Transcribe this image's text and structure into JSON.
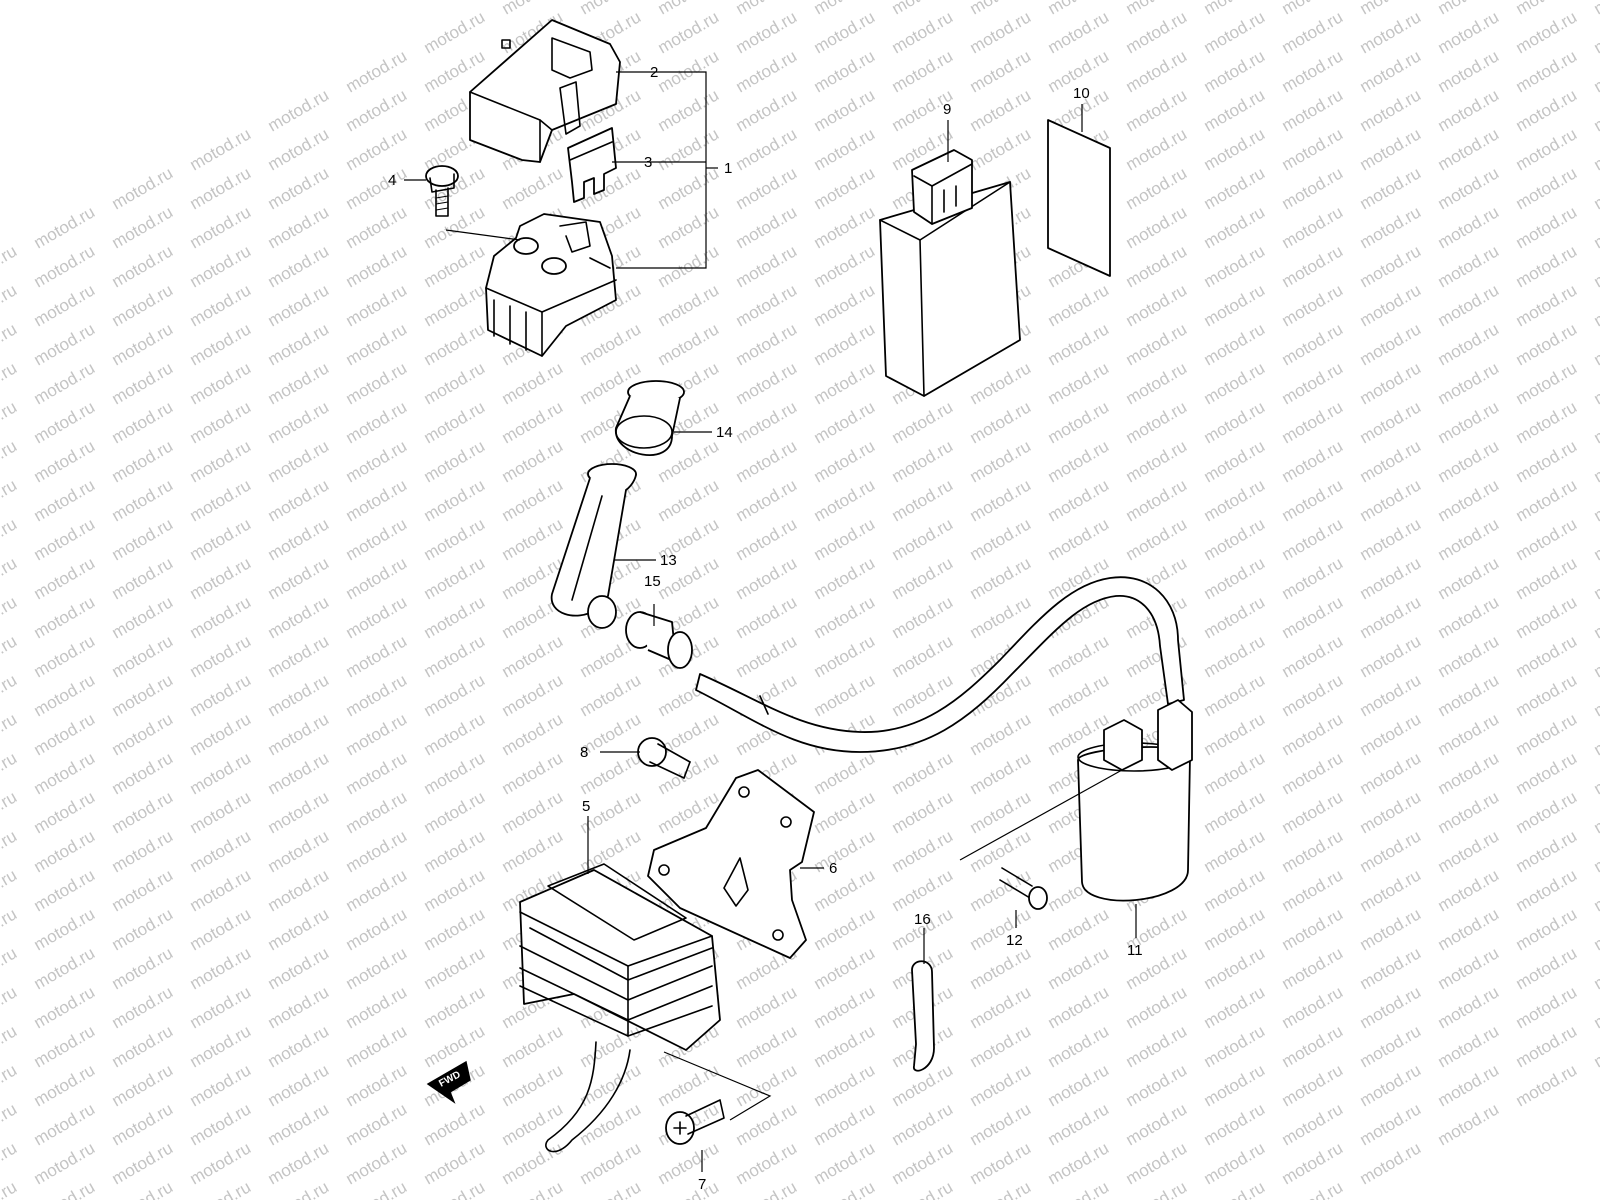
{
  "watermark": "motod.ru",
  "direction_badge": "FWD",
  "callouts": [
    {
      "id": "1",
      "label": "1"
    },
    {
      "id": "2",
      "label": "2"
    },
    {
      "id": "3",
      "label": "3"
    },
    {
      "id": "4",
      "label": "4"
    },
    {
      "id": "5",
      "label": "5"
    },
    {
      "id": "6",
      "label": "6"
    },
    {
      "id": "7",
      "label": "7"
    },
    {
      "id": "8",
      "label": "8"
    },
    {
      "id": "9",
      "label": "9"
    },
    {
      "id": "10",
      "label": "10"
    },
    {
      "id": "11",
      "label": "11"
    },
    {
      "id": "12",
      "label": "12"
    },
    {
      "id": "13",
      "label": "13"
    },
    {
      "id": "14",
      "label": "14"
    },
    {
      "id": "15",
      "label": "15"
    },
    {
      "id": "16",
      "label": "16"
    }
  ]
}
